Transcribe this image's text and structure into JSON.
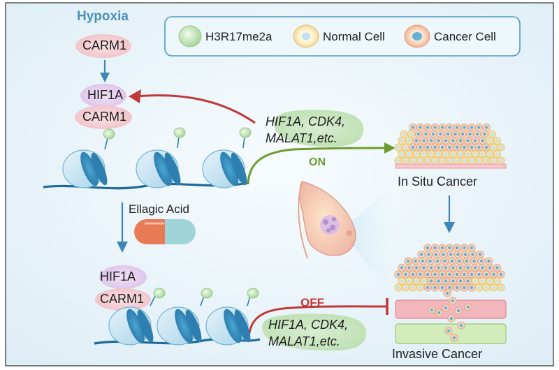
{
  "condition": "Hypoxia",
  "top_complex": {
    "enzyme": "CARM1",
    "factor": "HIF1A",
    "partner": "CARM1"
  },
  "legend": [
    {
      "label": "H3R17me2a",
      "color": "#bfe0b4"
    },
    {
      "label": "Normal Cell",
      "color": "#f6e3a8"
    },
    {
      "label": "Cancer Cell",
      "color": "#f5c9ad"
    }
  ],
  "upper_genes": {
    "line1": "HIF1A, CDK4,",
    "line2": "MALAT1,etc."
  },
  "lower_genes": {
    "line1": "HIF1A, CDK4,",
    "line2": "MALAT1,etc."
  },
  "state_on": "ON",
  "state_off": "OFF",
  "treatment": "Ellagic Acid",
  "bottom_complex": {
    "factor": "HIF1A",
    "partner": "CARM1"
  },
  "stage_in_situ": "In Situ Cancer",
  "stage_invasive": "Invasive Cancer",
  "colors": {
    "background": "#eef7fb",
    "hypoxia_text": "#4a90b8",
    "activation_arrow": "#c0393a",
    "on_arrow": "#6d9b2e",
    "flow_arrow": "#3c86b8",
    "nucleosome": "#5aaed3",
    "dna": "#1f6a98",
    "pill_left": "#e87a56",
    "pill_right": "#9fd4d8"
  }
}
